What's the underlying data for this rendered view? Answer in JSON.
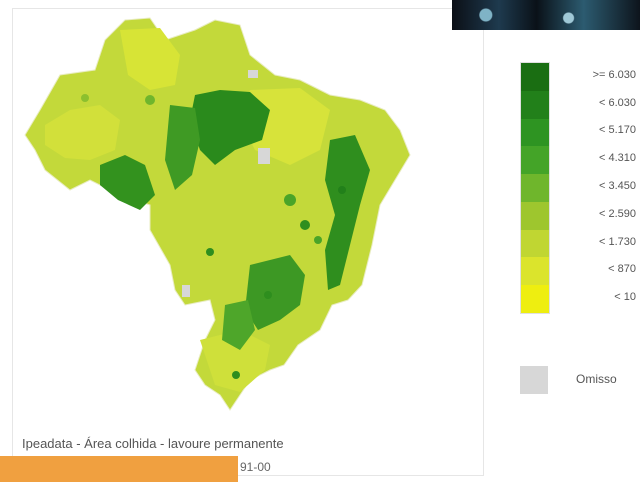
{
  "legend": {
    "classes": [
      {
        "label": ">= 6.030",
        "color": "#1a6e12"
      },
      {
        "label": "< 6.030",
        "color": "#22801a"
      },
      {
        "label": "< 5.170",
        "color": "#2e9422"
      },
      {
        "label": "< 4.310",
        "color": "#44a428"
      },
      {
        "label": "< 3.450",
        "color": "#6fb62c"
      },
      {
        "label": "< 2.590",
        "color": "#9ec62e"
      },
      {
        "label": "< 1.730",
        "color": "#c0d632"
      },
      {
        "label": "< 870",
        "color": "#dbe42c"
      },
      {
        "label": "< 10",
        "color": "#eeee10"
      }
    ],
    "omitted": {
      "label": "Omisso",
      "color": "#d7d7d7"
    }
  },
  "caption": {
    "line1": "Ipeadata - Área colhida -  lavoure permanente",
    "line2": "91-00"
  },
  "colors": {
    "highlight_bar": "#f0a040"
  }
}
